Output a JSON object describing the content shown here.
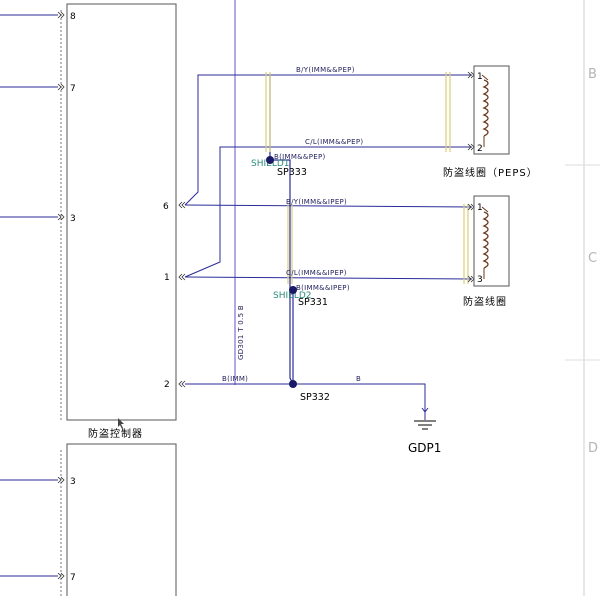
{
  "modules": {
    "controller_top": {
      "name": "防盗控制器",
      "pins": [
        "8",
        "7",
        "3",
        "6",
        "1",
        "2"
      ]
    },
    "controller_bottom": {
      "pins": [
        "3",
        "7"
      ]
    }
  },
  "coils": {
    "peps": {
      "name": "防盗线圈（PEPS）",
      "pins": [
        "1",
        "2"
      ]
    },
    "ipep": {
      "name": "防盗线圈",
      "pins": [
        "1",
        "3"
      ]
    }
  },
  "wires": {
    "by_pep": "B/Y(IMM&&PEP)",
    "cl_pep": "C/L(IMM&&PEP)",
    "by_ipep": "B/Y(IMM&&IPEP)",
    "cl_ipep": "C/L(IMM&&IPEP)",
    "b_imm": "B(IMM)",
    "b": "B",
    "vertical": "GD301 T 0.5 B"
  },
  "shields": {
    "shield1": "SHIELD1",
    "shield1_wire": "B(IMM&&PEP)",
    "shield2": "SHIELD2",
    "shield2_wire": "B(IMM&&IPEP)"
  },
  "splices": {
    "sp333": "SP333",
    "sp331": "SP331",
    "sp332": "SP332"
  },
  "ground": {
    "label": "GDP1"
  },
  "border": {
    "b": "B",
    "c": "C",
    "d": "D"
  },
  "colors": {
    "wire": "#2b2b9a",
    "shield": "#d8cf7a",
    "ink": "#000000"
  }
}
